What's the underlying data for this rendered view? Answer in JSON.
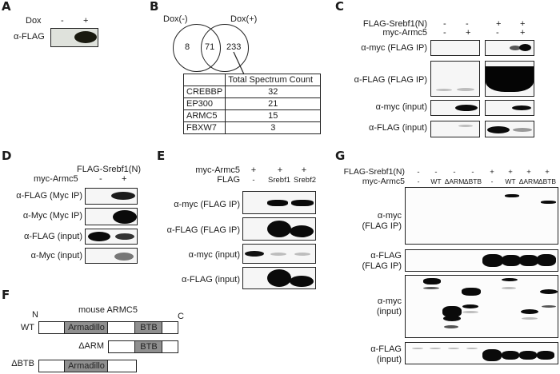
{
  "panels": {
    "A": {
      "letter": "A",
      "condition_label": "Dox",
      "lanes": [
        "-",
        "+"
      ],
      "row_label": "α-FLAG"
    },
    "B": {
      "letter": "B",
      "venn": {
        "left_label": "Dox(-)",
        "right_label": "Dox(+)",
        "left_only": "8",
        "overlap": "71",
        "right_only": "233"
      },
      "table": {
        "header": [
          "",
          "Total Spectrum Count"
        ],
        "rows": [
          {
            "protein": "CREBBP",
            "count": "32"
          },
          {
            "protein": "EP300",
            "count": "21"
          },
          {
            "protein": "ARMC5",
            "count": "15"
          },
          {
            "protein": "FBXW7",
            "count": "3"
          }
        ]
      }
    },
    "C": {
      "letter": "C",
      "conditions": [
        {
          "label": "FLAG-Srebf1(N)",
          "lanes": [
            "-",
            "-",
            "+",
            "+"
          ]
        },
        {
          "label": "myc-Armc5",
          "lanes": [
            "-",
            "+",
            "-",
            "+"
          ]
        }
      ],
      "rows": [
        "α-myc (FLAG IP)",
        "α-FLAG (FLAG IP)",
        "α-myc (input)",
        "α-FLAG (input)"
      ]
    },
    "D": {
      "letter": "D",
      "header_top": "FLAG-Srebf1(N)",
      "condition_label": "myc-Armc5",
      "lanes": [
        "-",
        "+"
      ],
      "rows": [
        "α-FLAG (Myc IP)",
        "α-Myc (Myc IP)",
        "α-FLAG (input)",
        "α-Myc (input)"
      ]
    },
    "E": {
      "letter": "E",
      "conditions": [
        {
          "label": "myc-Armc5",
          "lanes": [
            "+",
            "+",
            "+"
          ]
        },
        {
          "label": "FLAG",
          "lanes": [
            "-",
            "Srebf1",
            "Srebf2"
          ]
        }
      ],
      "rows": [
        "α-myc (FLAG IP)",
        "α-FLAG (FLAG IP)",
        "α-myc (input)",
        "α-FLAG (input)"
      ]
    },
    "F": {
      "letter": "F",
      "title": "mouse ARMC5",
      "n_label": "N",
      "c_label": "C",
      "constructs": [
        {
          "name": "WT",
          "domains": [
            "",
            "Armadillo",
            "",
            "BTB",
            ""
          ]
        },
        {
          "name": "ΔARM",
          "domains": [
            "",
            "BTB",
            ""
          ]
        },
        {
          "name": "ΔBTB",
          "domains": [
            "",
            "Armadillo",
            ""
          ]
        }
      ]
    },
    "G": {
      "letter": "G",
      "conditions": [
        {
          "label": "FLAG-Srebf1(N)",
          "lanes": [
            "-",
            "-",
            "-",
            "-",
            "+",
            "+",
            "+",
            "+"
          ]
        },
        {
          "label": "myc-Armc5",
          "lanes": [
            "-",
            "WT",
            "ΔARM",
            "ΔBTB",
            "-",
            "WT",
            "ΔARM",
            "ΔBTB"
          ]
        }
      ],
      "rows": [
        {
          "line1": "α-myc",
          "line2": "(FLAG IP)"
        },
        {
          "line1": "α-FLAG",
          "line2": "(FLAG IP)"
        },
        {
          "line1": "α-myc",
          "line2": "(input)"
        },
        {
          "line1": "α-FLAG",
          "line2": "(input)"
        }
      ]
    }
  }
}
